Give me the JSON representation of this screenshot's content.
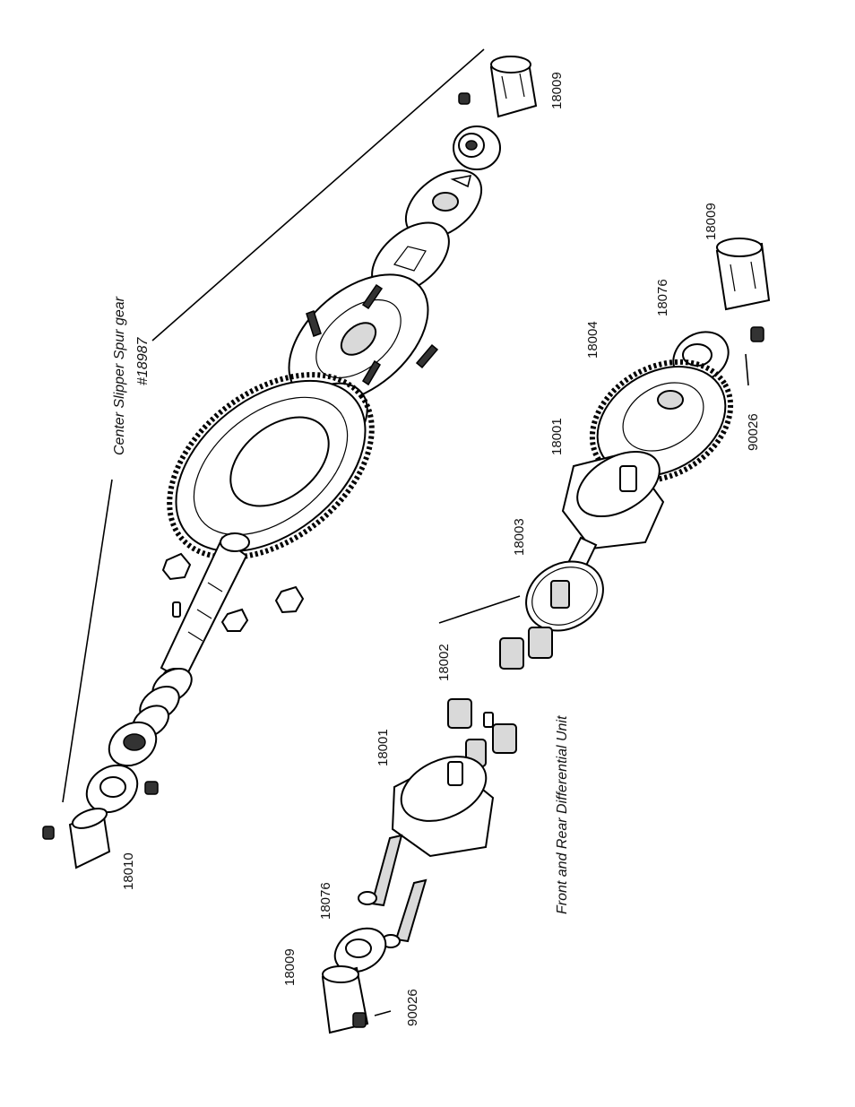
{
  "title_center": "Center Slipper Spur gear",
  "title_center_code": "#18987",
  "title_diff": "Front and Rear Differential Unit",
  "parts": {
    "p18009_top": "18009",
    "p18009_mid": "18009",
    "p18009_bottom": "18009",
    "p18076_right": "18076",
    "p18076_left": "18076",
    "p18004": "18004",
    "p18001_right": "18001",
    "p18001_left": "18001",
    "p18003": "18003",
    "p18002": "18002",
    "p18010": "18010",
    "p90026_right": "90026",
    "p90026_left": "90026"
  }
}
